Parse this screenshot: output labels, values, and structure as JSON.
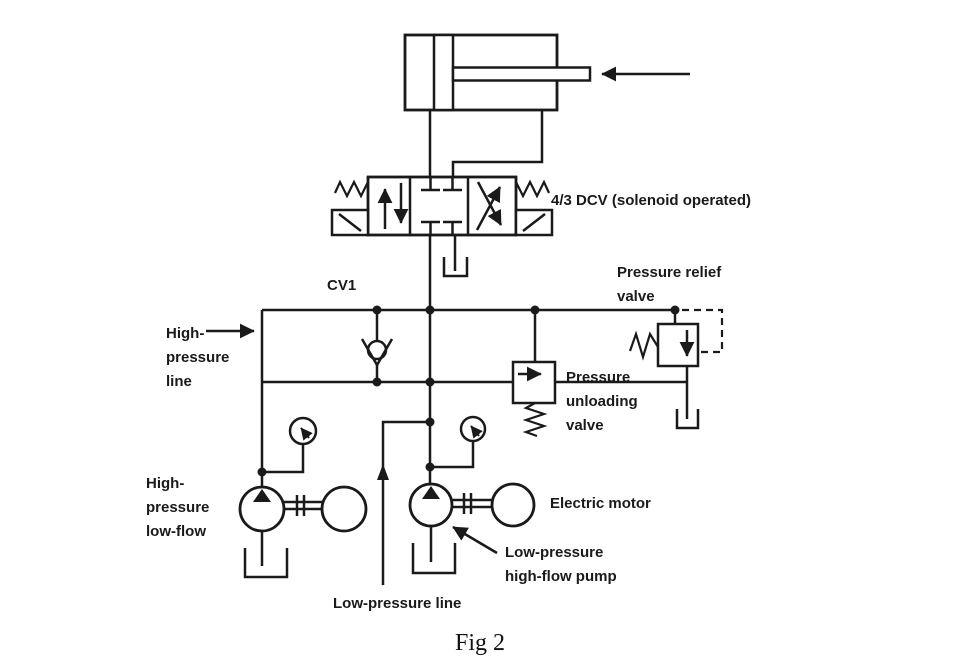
{
  "figure": {
    "caption": "Fig 2",
    "colors": {
      "line": "#1a1a1a",
      "background": "#ffffff"
    },
    "labels": {
      "dcv": "4/3 DCV (solenoid operated)",
      "cv1": "CV1",
      "pressure_relief_valve": [
        "Pressure relief",
        "valve"
      ],
      "high_pressure_line": [
        "High-",
        "pressure",
        "line"
      ],
      "pressure_unloading_valve": [
        "Pressure",
        "unloading",
        "valve"
      ],
      "high_pressure_pump": [
        "High-",
        "pressure",
        "low-flow"
      ],
      "electric_motor": "Electric motor",
      "low_pressure_pump": [
        "Low-pressure",
        "high-flow pump"
      ],
      "low_pressure_line": "Low-pressure line"
    },
    "components": [
      "double-acting-cylinder",
      "4/3-solenoid-operated-dcv",
      "check-valve-cv1",
      "pressure-relief-valve",
      "pressure-unloading-valve",
      "high-pressure-low-flow-pump",
      "low-pressure-high-flow-pump",
      "electric-motor",
      "pressure-gauge",
      "reservoir-tank"
    ]
  }
}
